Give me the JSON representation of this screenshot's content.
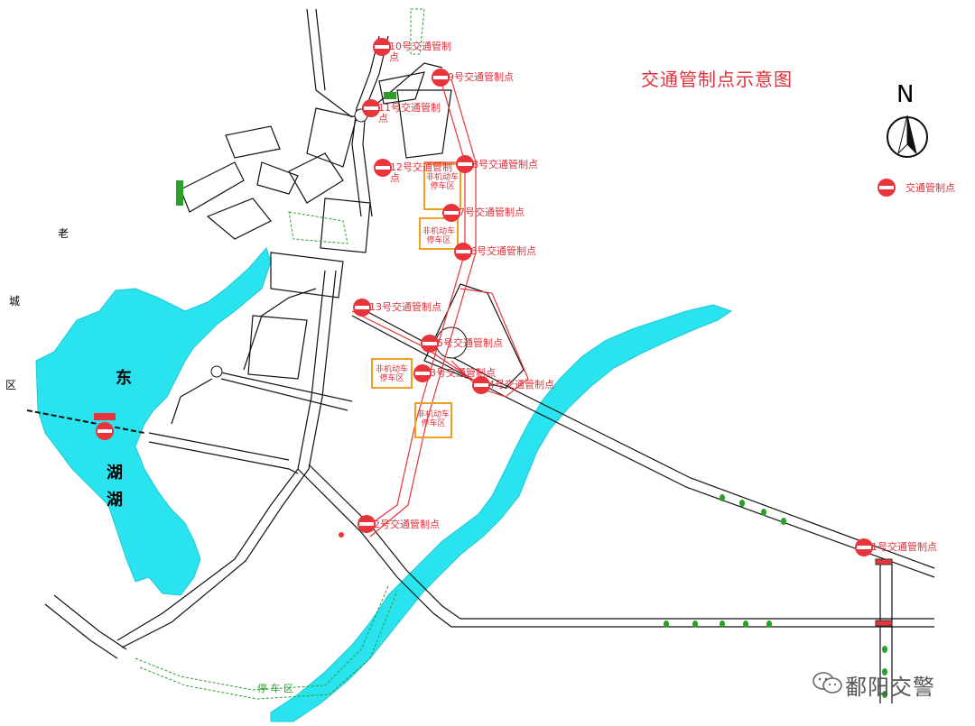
{
  "map": {
    "title": "交通管制点示意图",
    "north_label": "N",
    "legend": {
      "icon": "no-entry-icon",
      "label": "交通管制点"
    },
    "colors": {
      "water": "#29e3ef",
      "control": "#e8343a",
      "road": "#111111",
      "route": "#e8343a",
      "green": "#2aa02a",
      "parking_box": "#f0a020"
    },
    "regions": {
      "lao": "老",
      "cheng": "城",
      "qu": "区"
    },
    "lake": {
      "chars": [
        "东",
        "湖",
        "湖"
      ]
    },
    "parking_areas": [
      {
        "text": "非机动车停车区"
      },
      {
        "text": "非机动车停车区"
      },
      {
        "text": "非机动车停车区"
      },
      {
        "text": "非机动车停车区"
      }
    ],
    "green_parking_label": "停 车 区",
    "control_points": [
      {
        "id": "cp1",
        "label": "1号交通管制点"
      },
      {
        "id": "cp2",
        "label": "2号交通管制点"
      },
      {
        "id": "cp4",
        "label": "4号交通管制点"
      },
      {
        "id": "cp5",
        "label": "5号交通管制点"
      },
      {
        "id": "cp6",
        "label": "6号交通管制点"
      },
      {
        "id": "cp7",
        "label": "7号交通管制点"
      },
      {
        "id": "cp8",
        "label": "8号交通管制点"
      },
      {
        "id": "cp9",
        "label": "9号交通管制点"
      },
      {
        "id": "cp10",
        "label": "10号交通管制点"
      },
      {
        "id": "cp11",
        "label": "11号交通管制点"
      },
      {
        "id": "cp12",
        "label": "12号交通管制点"
      },
      {
        "id": "cp13",
        "label": "13号交通管制点"
      },
      {
        "id": "cp3",
        "label": "3号交通管制点"
      }
    ],
    "watermark": "鄱阳交警"
  }
}
